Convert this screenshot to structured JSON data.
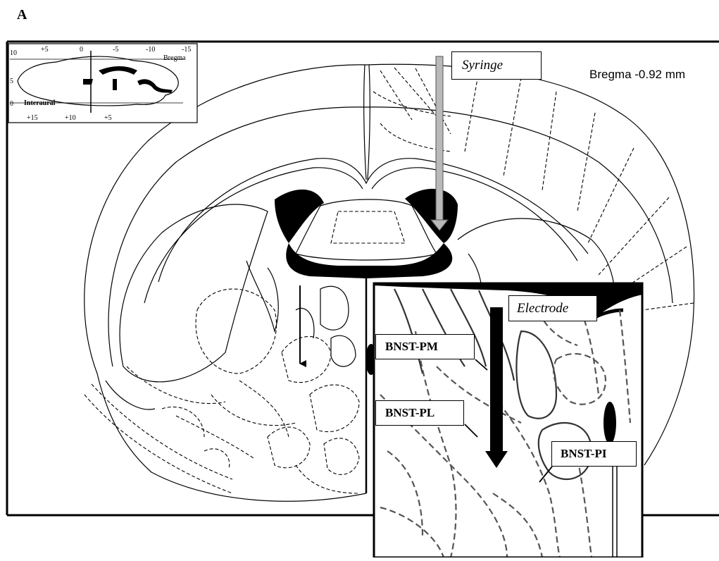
{
  "panel_label": "A",
  "bregma_text": "Bregma -0.92 mm",
  "callouts": {
    "syringe": "Syringe",
    "electrode": "Electrode",
    "bnst_pm": "BNST-PM",
    "bnst_pl": "BNST-PL",
    "bnst_pi": "BNST-PI"
  },
  "inset": {
    "top_ticks": [
      "+5",
      "0",
      "-5",
      "-10",
      "-15"
    ],
    "bottom_ticks": [
      "+15",
      "+10",
      "+5"
    ],
    "left_ticks": [
      "10",
      "5",
      "0"
    ],
    "bregma": "Bregma",
    "interaural": "Interaural"
  }
}
